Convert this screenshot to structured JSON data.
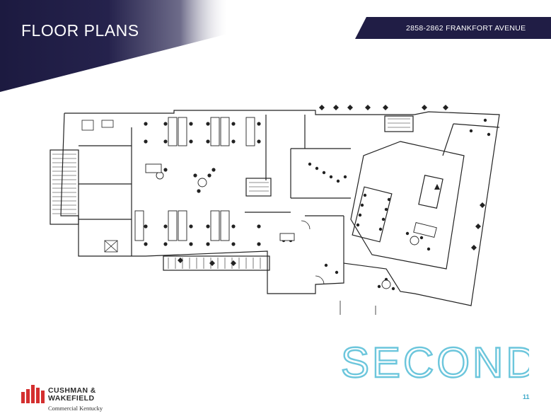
{
  "header": {
    "title": "FLOOR PLANS",
    "address": "2858-2862 FRANKFORT AVENUE"
  },
  "floor_label": "SECOND",
  "logo": {
    "name_line1": "CUSHMAN &",
    "name_line2": "WAKEFIELD",
    "sub": "Commercial Kentucky"
  },
  "page_number": "11",
  "colors": {
    "banner_dark": "#1c1a40",
    "address_bar": "#201d45",
    "floor_label_stroke": "#6cc6dc",
    "logo_red": "#d42f2f",
    "page_number": "#3fa9c9"
  },
  "icons": [
    "cushman-wakefield-logo",
    "floor-plan-drawing"
  ]
}
